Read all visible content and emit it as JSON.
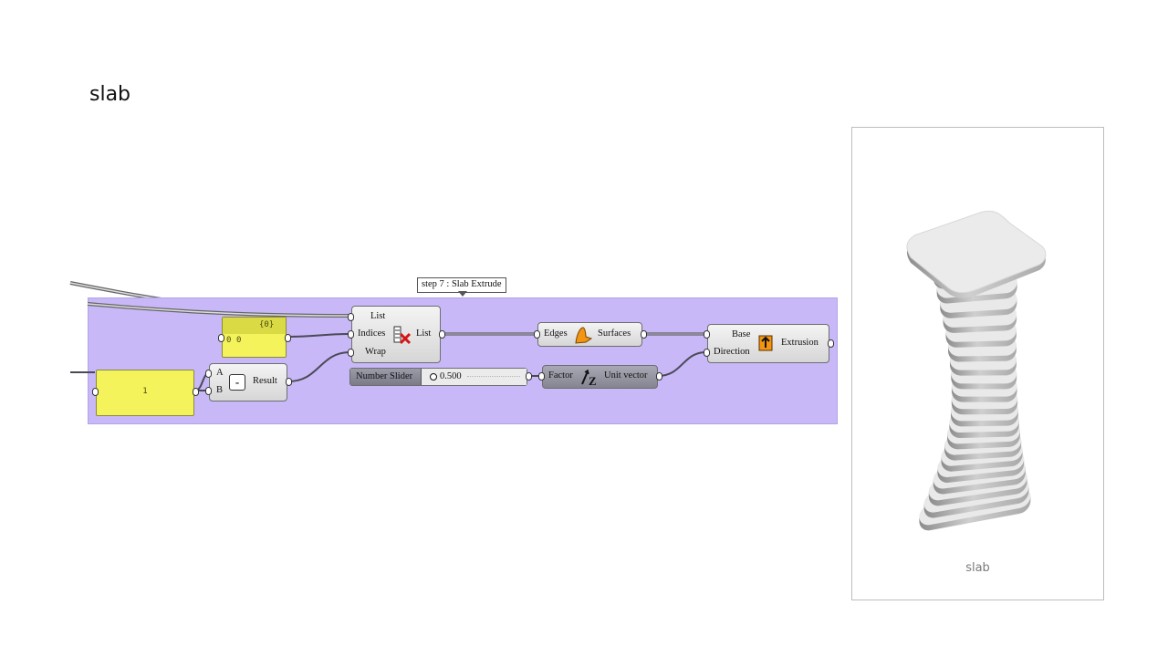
{
  "slide_title": "slab",
  "group_label": "step 7 : Slab Extrude",
  "panel_left": {
    "value": "1"
  },
  "panel_indices": {
    "path": "{0}",
    "index": "0",
    "value": "0"
  },
  "subtraction": {
    "input_a": "A",
    "input_b": "B",
    "icon": "-",
    "output": "Result"
  },
  "cull_index": {
    "input_list": "List",
    "input_indices": "Indices",
    "input_wrap": "Wrap",
    "output": "List",
    "icon": "cull-index-icon"
  },
  "number_slider": {
    "label": "Number Slider",
    "value": "0.500"
  },
  "brep_edges": {
    "input": "Edges",
    "output": "Surfaces",
    "icon": "boundary-surface-icon"
  },
  "unit_vector": {
    "input": "Factor",
    "output": "Unit vector",
    "icon": "unit-z-icon"
  },
  "extrude": {
    "input_base": "Base",
    "input_direction": "Direction",
    "output": "Extrusion",
    "icon": "extrude-icon"
  },
  "render_caption": "slab",
  "colors": {
    "group_fill": "#c8b8f8",
    "panel_fill": "#f4f35c",
    "wire": "#4a4a55"
  }
}
